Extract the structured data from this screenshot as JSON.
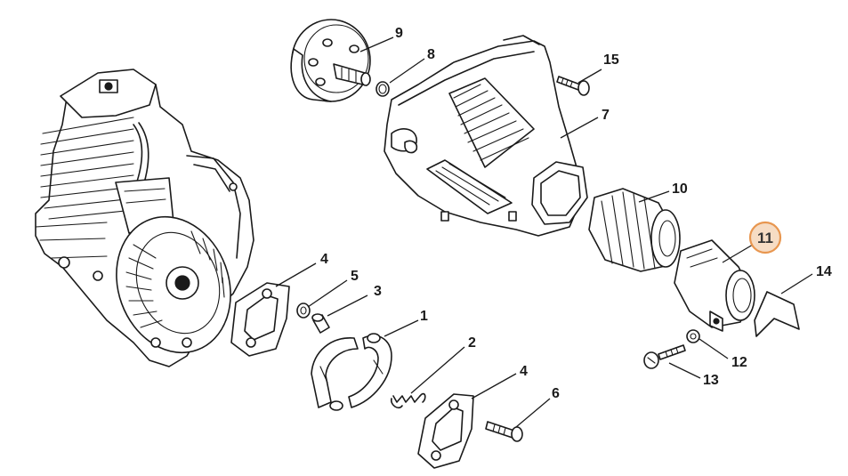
{
  "callouts": {
    "c1": "1",
    "c2": "2",
    "c3": "3",
    "c4a": "4",
    "c4b": "4",
    "c5": "5",
    "c6": "6",
    "c7": "7",
    "c8": "8",
    "c9": "9",
    "c10": "10",
    "c11": "11",
    "c12": "12",
    "c13": "13",
    "c14": "14",
    "c15": "15"
  },
  "highlight": {
    "label": "11",
    "fill": "#f6dcc4",
    "stroke": "#e8964f"
  }
}
